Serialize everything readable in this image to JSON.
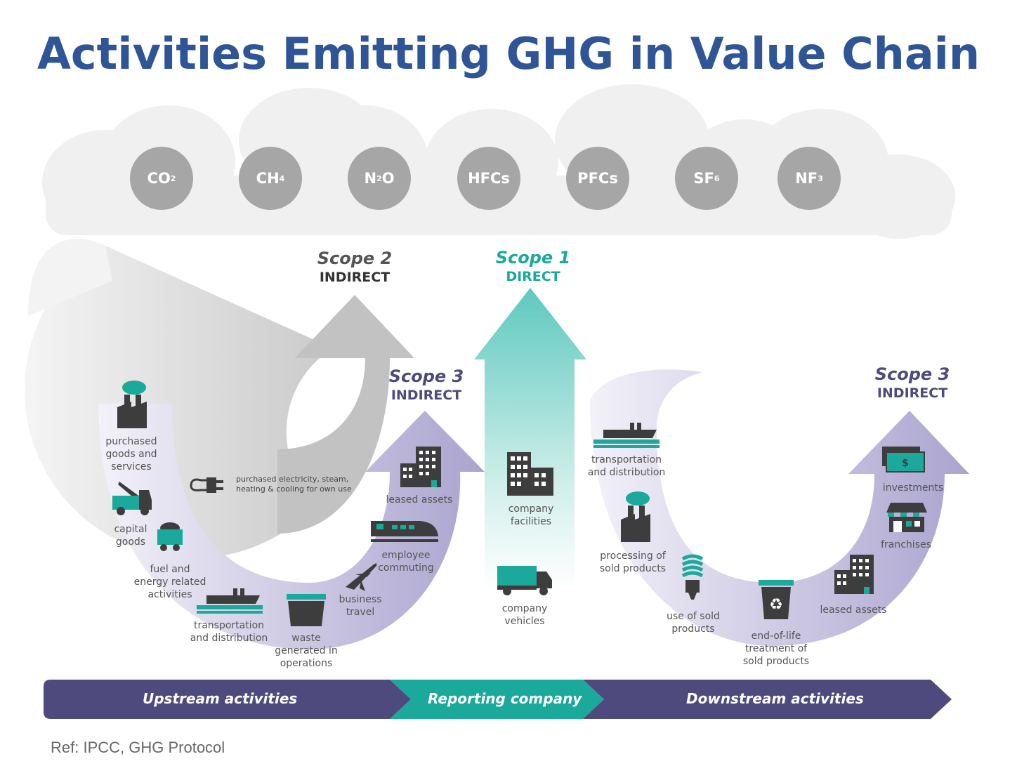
{
  "title": "Activities Emitting GHG in Value Chain",
  "gases": [
    {
      "base": "CO",
      "sub": "2"
    },
    {
      "base": "CH",
      "sub": "4"
    },
    {
      "base": "N",
      "sub": "2",
      "tail": "O"
    },
    {
      "base": "HFCs",
      "sub": ""
    },
    {
      "base": "PFCs",
      "sub": ""
    },
    {
      "base": "SF",
      "sub": "6"
    },
    {
      "base": "NF",
      "sub": "3"
    }
  ],
  "scopes": {
    "scope2": {
      "name": "Scope 2",
      "type": "INDIRECT"
    },
    "scope1": {
      "name": "Scope 1",
      "type": "DIRECT"
    },
    "scope3_up": {
      "name": "Scope 3",
      "type": "INDIRECT"
    },
    "scope3_down": {
      "name": "Scope 3",
      "type": "INDIRECT"
    }
  },
  "upstream": {
    "purchased_goods": "purchased\ngoods and\nservices",
    "capital_goods": "capital\ngoods",
    "fuel_energy": "fuel and\nenergy related\nactivities",
    "transportation": "transportation\nand distribution",
    "waste": "waste\ngenerated in\noperations",
    "business_travel": "business\ntravel",
    "employee_commuting": "employee\ncommuting",
    "leased_assets": "leased assets",
    "purchased_electricity": "purchased electricity, steam,\nheating & cooling for own use"
  },
  "reporting": {
    "company_facilities": "company\nfacilities",
    "company_vehicles": "company\nvehicles"
  },
  "downstream": {
    "transportation": "transportation\nand distribution",
    "processing": "processing of\nsold products",
    "use_of_sold": "use of sold\nproducts",
    "end_of_life": "end-of-life\ntreatment of\nsold products",
    "leased_assets": "leased assets",
    "franchises": "franchises",
    "investments": "investments",
    "dollar_sign": "$"
  },
  "bar": {
    "upstream": "Upstream activities",
    "reporting": "Reporting company",
    "downstream": "Downstream activities"
  },
  "reference": "Ref: IPCC, GHG Protocol",
  "colors": {
    "title": "#2f5597",
    "gas_circle": "#a6a6a6",
    "teal": "#1aa99a",
    "purple": "#4f4a7e",
    "scope3_purple": "#b3add4",
    "grey_arrow": "#c8c8c8",
    "icon_dark": "#3d3d3d"
  }
}
